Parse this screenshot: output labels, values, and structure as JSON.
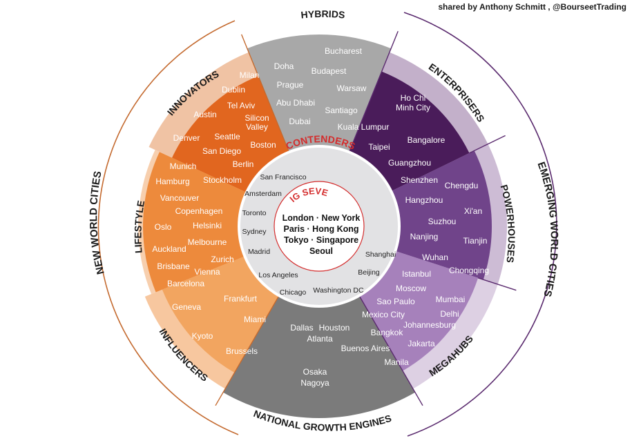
{
  "credit": "shared by Anthony Schmitt , @BourseetTrading",
  "groups": {
    "left": "NEW  WORLD  CITIES",
    "right": "EMERGING  WORLD  CITIES"
  },
  "colors": {
    "hybrids": "#a8a8a8",
    "national": "#7b7b7b",
    "innovators": "#e1661f",
    "lifestyle": "#ed8a3c",
    "influencers": "#f2a560",
    "enterprisers": "#4a1c5a",
    "powerhouses": "#70448a",
    "megahubs": "#a681bb",
    "contenders_ring": "#d42c2c",
    "inner_circle": "#e2e2e4"
  },
  "segments": {
    "hybrids": {
      "label": "HYBRIDS",
      "cities": [
        "Bucharest",
        "Doha",
        "Budapest",
        "Prague",
        "Warsaw",
        "Abu Dhabi",
        "Santiago",
        "Dubai",
        "Kuala Lumpur"
      ]
    },
    "enterprisers": {
      "label": "ENTERPRISERS",
      "cities": [
        "Ho Chi",
        "Minh City",
        "Bangalore",
        "Taipei",
        "Guangzhou",
        "Shenzhen"
      ]
    },
    "powerhouses": {
      "label": "POWERHOUSES",
      "cities": [
        "Chengdu",
        "Hangzhou",
        "Xi'an",
        "Suzhou",
        "Nanjing",
        "Tianjin",
        "Wuhan",
        "Chongqing"
      ]
    },
    "megahubs": {
      "label": "MEGAHUBS",
      "cities": [
        "Istanbul",
        "Moscow",
        "Mumbai",
        "Sao Paulo",
        "Delhi",
        "Mexico City",
        "Johannesburg",
        "Bangkok",
        "Jakarta",
        "Buenos Aires",
        "Manila"
      ]
    },
    "national": {
      "label": "NATIONAL GROWTH ENGINES",
      "cities": [
        "Dallas",
        "Houston",
        "Atlanta",
        "Osaka",
        "Nagoya"
      ]
    },
    "influencers": {
      "label": "INFLUENCERS",
      "cities": [
        "Geneva",
        "Frankfurt",
        "Miami",
        "Kyoto",
        "Brussels"
      ]
    },
    "lifestyle": {
      "label": "LIFESTYLE",
      "cities": [
        "Munich",
        "Hamburg",
        "Stockholm",
        "Vancouver",
        "Copenhagen",
        "Oslo",
        "Helsinki",
        "Auckland",
        "Melbourne",
        "Brisbane",
        "Zurich",
        "Vienna",
        "Barcelona"
      ]
    },
    "innovators": {
      "label": "INNOVATORS",
      "cities": [
        "Milan",
        "Dublin",
        "Tel Aviv",
        "Austin",
        "Silicon",
        "Valley",
        "Denver",
        "Seattle",
        "Boston",
        "San Diego",
        "Berlin"
      ]
    }
  },
  "contenders": {
    "label": "CONTENDERS",
    "cities": [
      "San Francisco",
      "Amsterdam",
      "Toronto",
      "Sydney",
      "Madrid",
      "Los Angeles",
      "Chicago",
      "Washington DC",
      "Beijing",
      "Shanghai"
    ]
  },
  "big_seven": {
    "label": "BIG SEVEN",
    "lines": [
      "London · New York",
      "Paris · Hong Kong",
      "Tokyo · Singapore",
      "Seoul"
    ]
  }
}
